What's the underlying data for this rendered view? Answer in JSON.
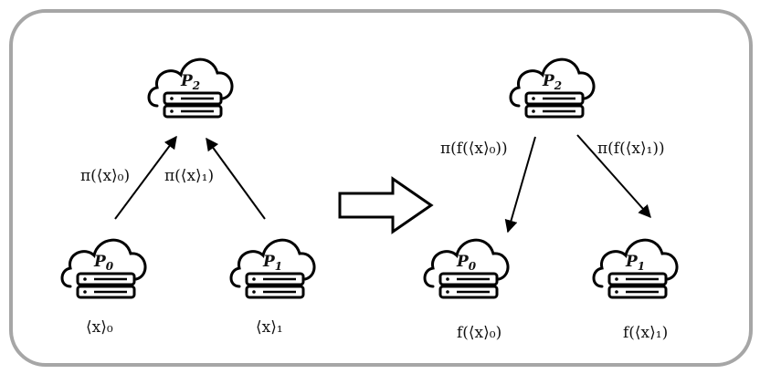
{
  "left": {
    "nodes": [
      {
        "label": "P",
        "sub": "2"
      },
      {
        "label": "P",
        "sub": "0"
      },
      {
        "label": "P",
        "sub": "1"
      }
    ],
    "edge_labels": [
      "π(⟨x⟩₀)",
      "π(⟨x⟩₁)"
    ],
    "node_values": [
      "⟨x⟩₀",
      "⟨x⟩₁"
    ]
  },
  "right": {
    "nodes": [
      {
        "label": "P",
        "sub": "2"
      },
      {
        "label": "P",
        "sub": "0"
      },
      {
        "label": "P",
        "sub": "1"
      }
    ],
    "edge_labels": [
      "π(f(⟨x⟩₀))",
      "π(f(⟨x⟩₁))"
    ],
    "node_values": [
      "f(⟨x⟩₀)",
      "f(⟨x⟩₁)"
    ]
  },
  "colors": {
    "frame": "#a6a6a6",
    "ink": "#000000"
  },
  "icons": {
    "node": "cloud-server-icon",
    "transition": "right-arrow-icon"
  }
}
